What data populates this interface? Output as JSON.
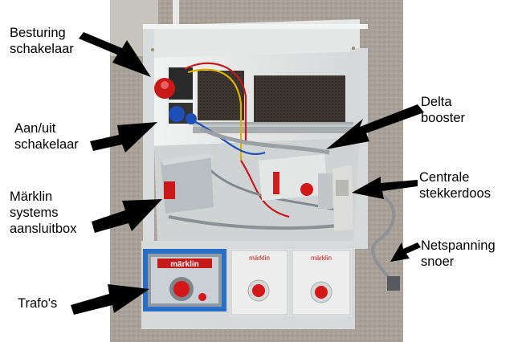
{
  "labels": {
    "besturing": {
      "line1": "Besturing",
      "line2": "schakelaar"
    },
    "aanuit": {
      "line1": "Aan/uit",
      "line2": "schakelaar"
    },
    "marklin": {
      "line1": "Märklin",
      "line2": "systems",
      "line3": "aansluitbox"
    },
    "trafos": {
      "line1": "Trafo's"
    },
    "delta": {
      "line1": "Delta",
      "line2": "booster"
    },
    "centrale": {
      "line1": "Centrale",
      "line2": "stekkerdoos"
    },
    "netspanning": {
      "line1": "Netspanning",
      "line2": "snoer"
    }
  },
  "photo": {
    "brand_logo": "märklin",
    "colors": {
      "cabinet": "#e4e6e6",
      "carpet": "#a8a096",
      "trafo_blue": "#2a6fc4",
      "dial_red": "#d41818",
      "arrow": "#000000"
    }
  }
}
